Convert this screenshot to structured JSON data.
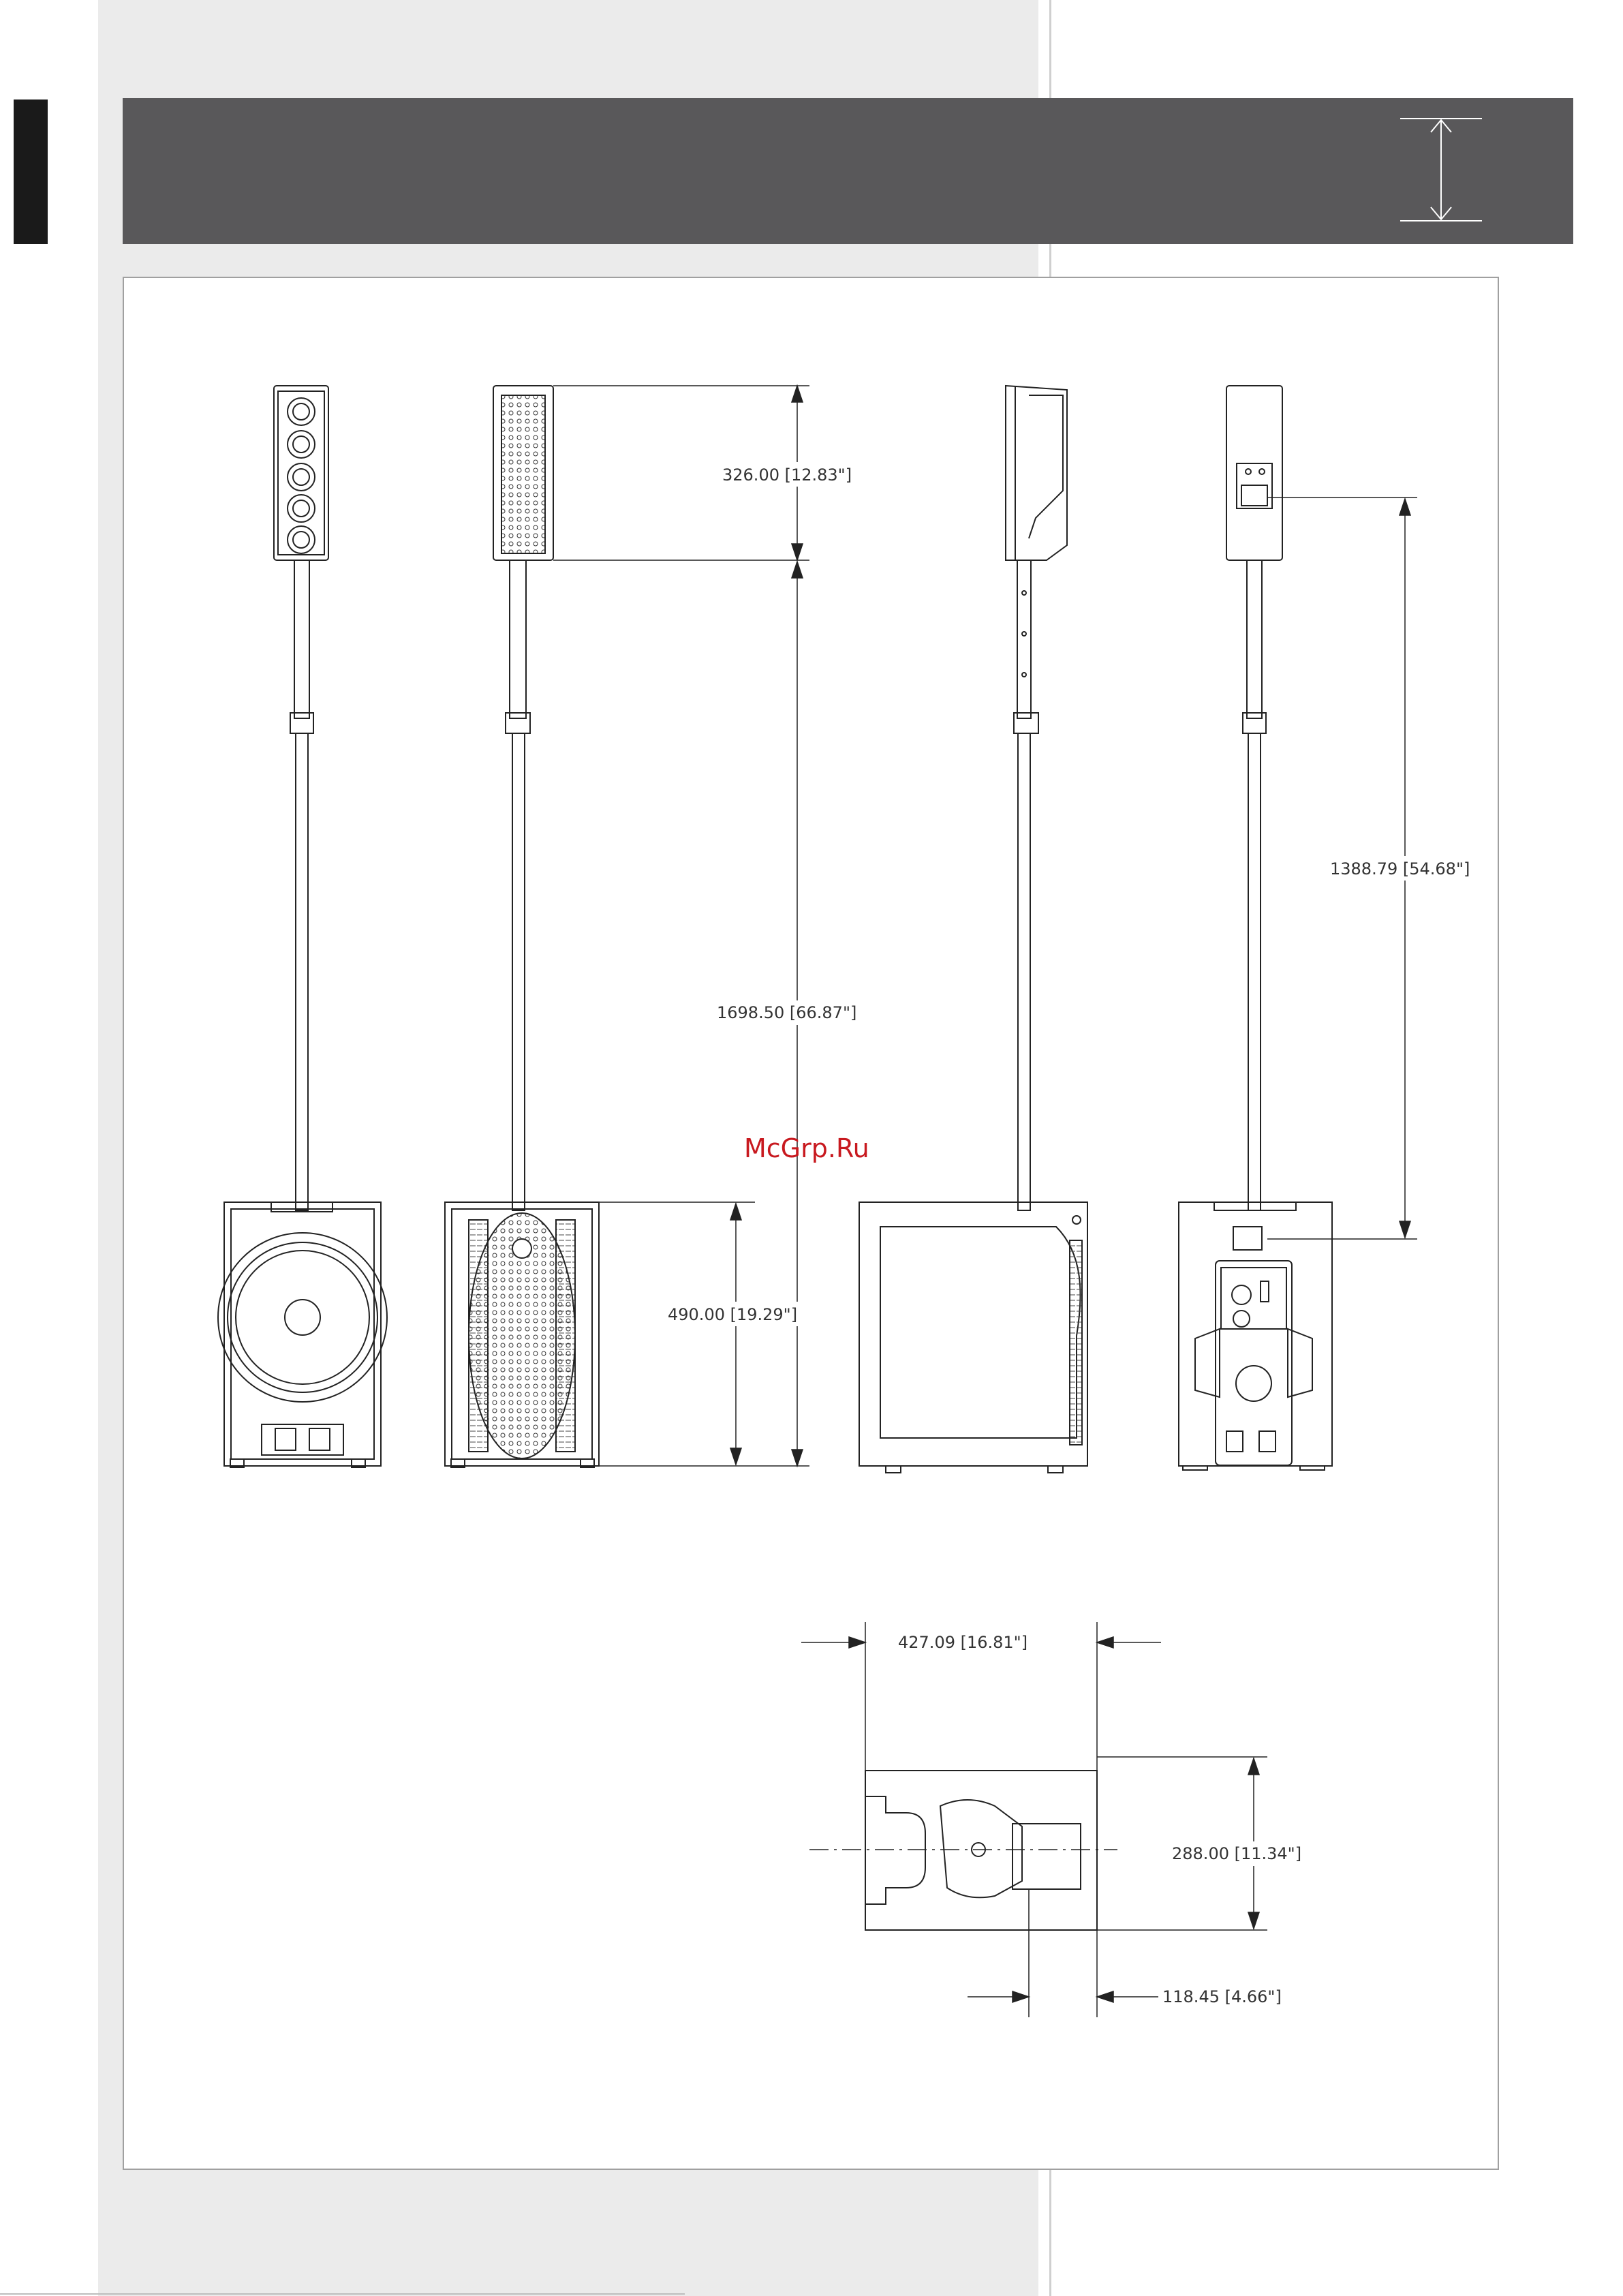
{
  "watermark": "McGrp.Ru",
  "dimensions": {
    "top_height": "326.00  [12.83\"]",
    "total_height": "1698.50  [66.87\"]",
    "sub_height": "490.00  [19.29\"]",
    "side_height": "1388.79  [54.68\"]",
    "plan_width": "427.09  [16.81\"]",
    "plan_depth": "288.00  [11.34\"]",
    "plan_offset": "118.45  [4.66\"]"
  }
}
